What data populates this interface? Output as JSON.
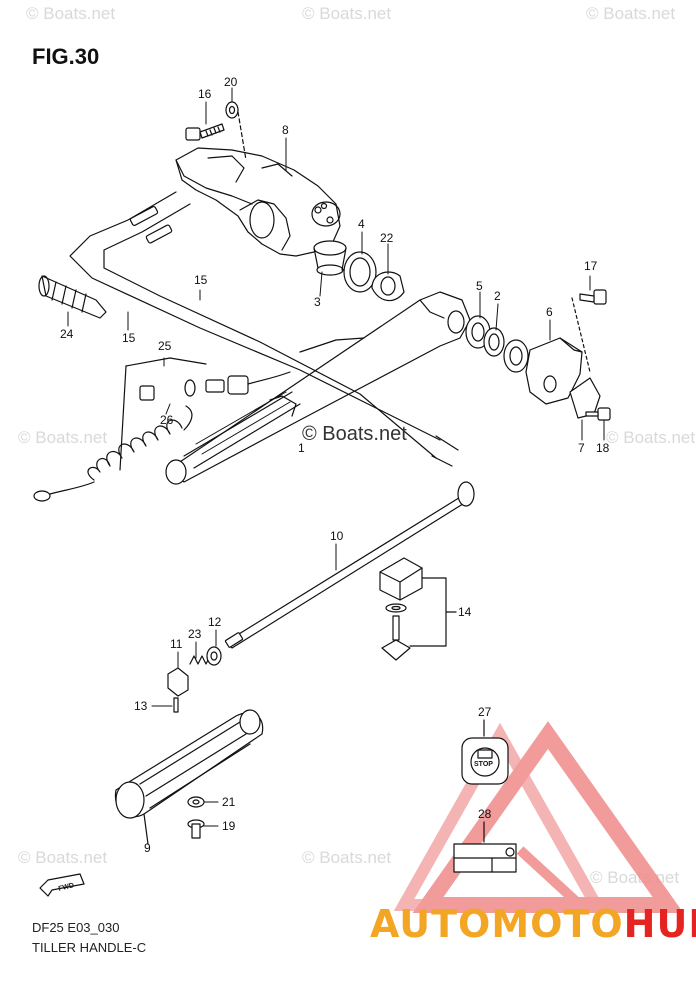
{
  "figure": {
    "title": "FIG.30",
    "code": "DF25 E03_030",
    "caption": "TILLER HANDLE-C"
  },
  "watermark": {
    "text": "© Boats.net"
  },
  "logo": {
    "part1": "AUTOMOTO",
    "part2": "HUB",
    "colors": {
      "triangle": "#f08080",
      "part1": "#f3a623",
      "part2": "#e52421"
    }
  },
  "fwd_label": "FWD",
  "stop_label": "STOP",
  "callouts": {
    "c1": "1",
    "c2": "2",
    "c3": "3",
    "c4": "4",
    "c5": "5",
    "c6": "6",
    "c7": "7",
    "c8": "8",
    "c9": "9",
    "c10": "10",
    "c11": "11",
    "c12": "12",
    "c13": "13",
    "c14": "14",
    "c15a": "15",
    "c15b": "15",
    "c16": "16",
    "c17": "17",
    "c18": "18",
    "c19": "19",
    "c20": "20",
    "c21": "21",
    "c22": "22",
    "c23": "23",
    "c24": "24",
    "c25": "25",
    "c26": "26",
    "c27": "27",
    "c28": "28"
  }
}
